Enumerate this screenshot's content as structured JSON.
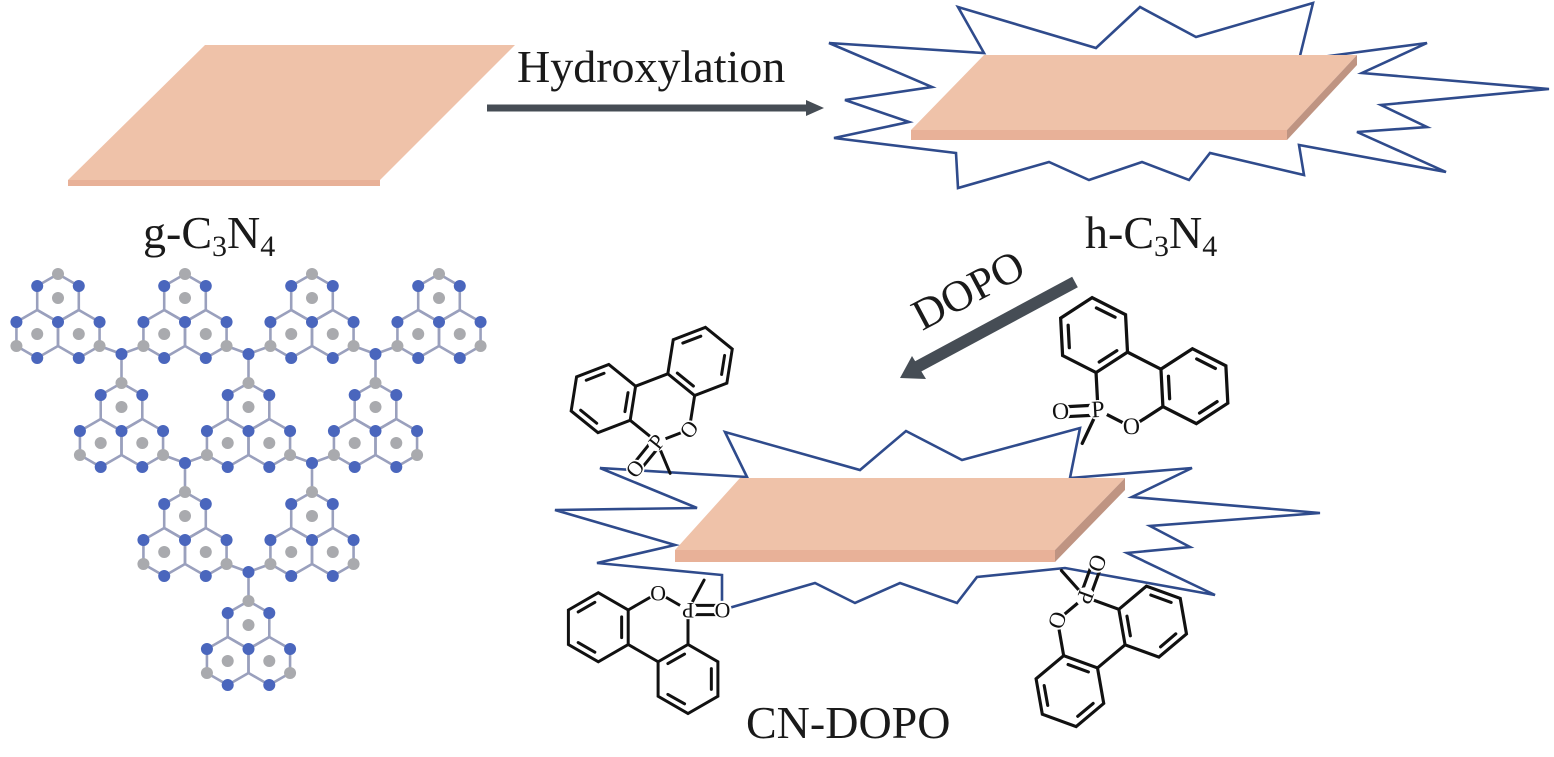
{
  "steps": {
    "hydroxylation": "Hydroxylation",
    "dopo": "DOPO"
  },
  "labels": {
    "g_c3n4": {
      "prefix": "g-C",
      "sub1": "3",
      "mid": "N",
      "sub2": "4"
    },
    "h_c3n4": {
      "prefix": "h-C",
      "sub1": "3",
      "mid": "N",
      "sub2": "4"
    },
    "cn_dopo": "CN-DOPO"
  },
  "atoms": {
    "phosphorus": "P",
    "oxygen": "O"
  },
  "network": {
    "rows": [
      4,
      3,
      2,
      1
    ],
    "atom_types": [
      "N",
      "C"
    ]
  },
  "colors": {
    "sheet_top": "#efc2a9",
    "sheet_front": "#e8b198",
    "sheet_side": "#bf9482",
    "burst_outline": "#2f4b8c",
    "arrow": "#464d55",
    "nitrogen": "#4a66bd",
    "carbon": "#a9aaae",
    "bond": "#111111"
  }
}
